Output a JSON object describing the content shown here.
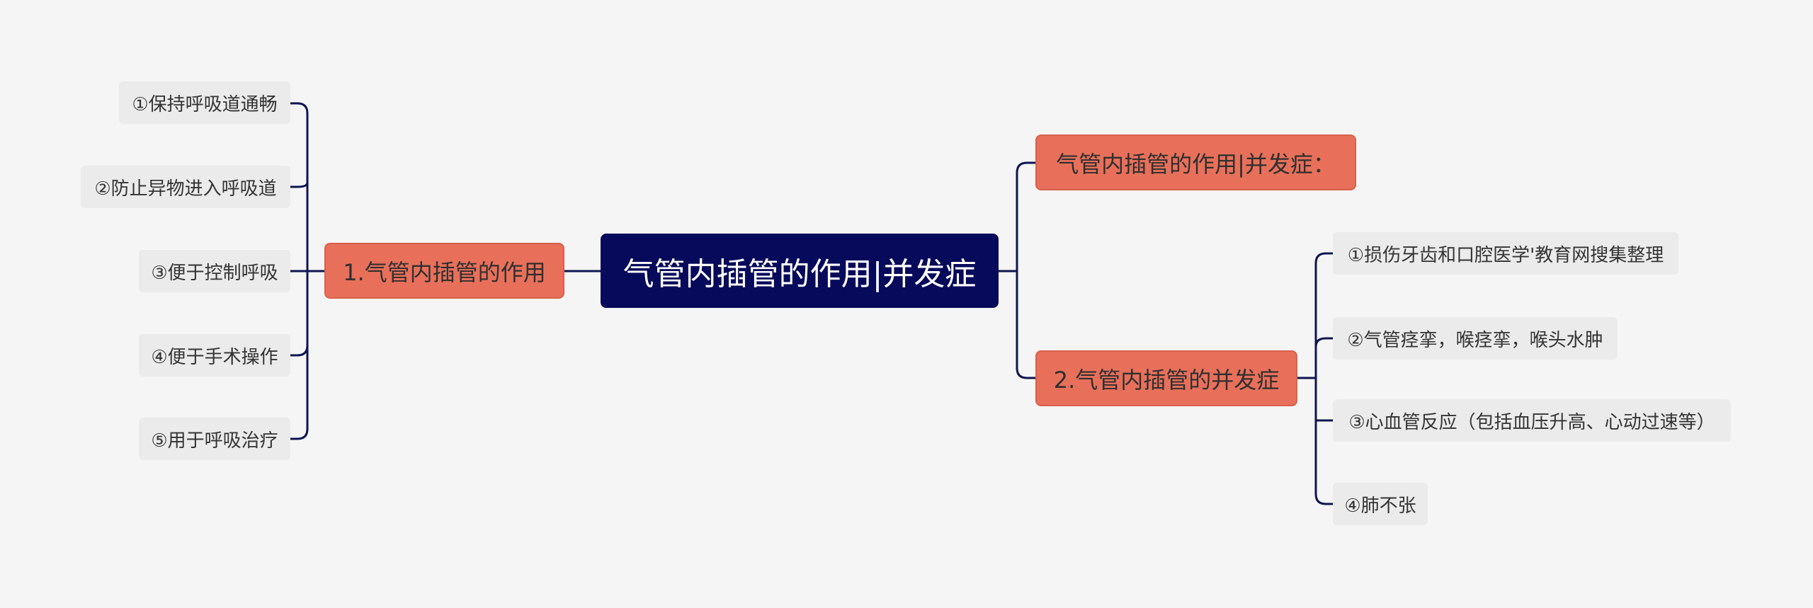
{
  "root": {
    "label": "气管内插管的作用|并发症"
  },
  "left_branch": {
    "label": "1.气管内插管的作用",
    "items": [
      {
        "label": "①保持呼吸道通畅"
      },
      {
        "label": "②防止异物进入呼吸道"
      },
      {
        "label": "③便于控制呼吸"
      },
      {
        "label": "④便于手术操作"
      },
      {
        "label": "⑤用于呼吸治疗"
      }
    ]
  },
  "right_branches": [
    {
      "label": "气管内插管的作用|并发症："
    },
    {
      "label": "2.气管内插管的并发症",
      "items": [
        {
          "label": "①损伤牙齿和口腔医学'教育网搜集整理"
        },
        {
          "label": "②气管痉挛，喉痉挛，喉头水肿"
        },
        {
          "label": "③心血管反应（包括血压升高、心动过速等）"
        },
        {
          "label": "④肺不张"
        }
      ]
    }
  ],
  "colors": {
    "root_bg": "#070a5a",
    "branch_bg": "#e8705a",
    "leaf_bg": "#ebebeb",
    "connector": "#0f1550",
    "background": "#f5f5f5"
  }
}
